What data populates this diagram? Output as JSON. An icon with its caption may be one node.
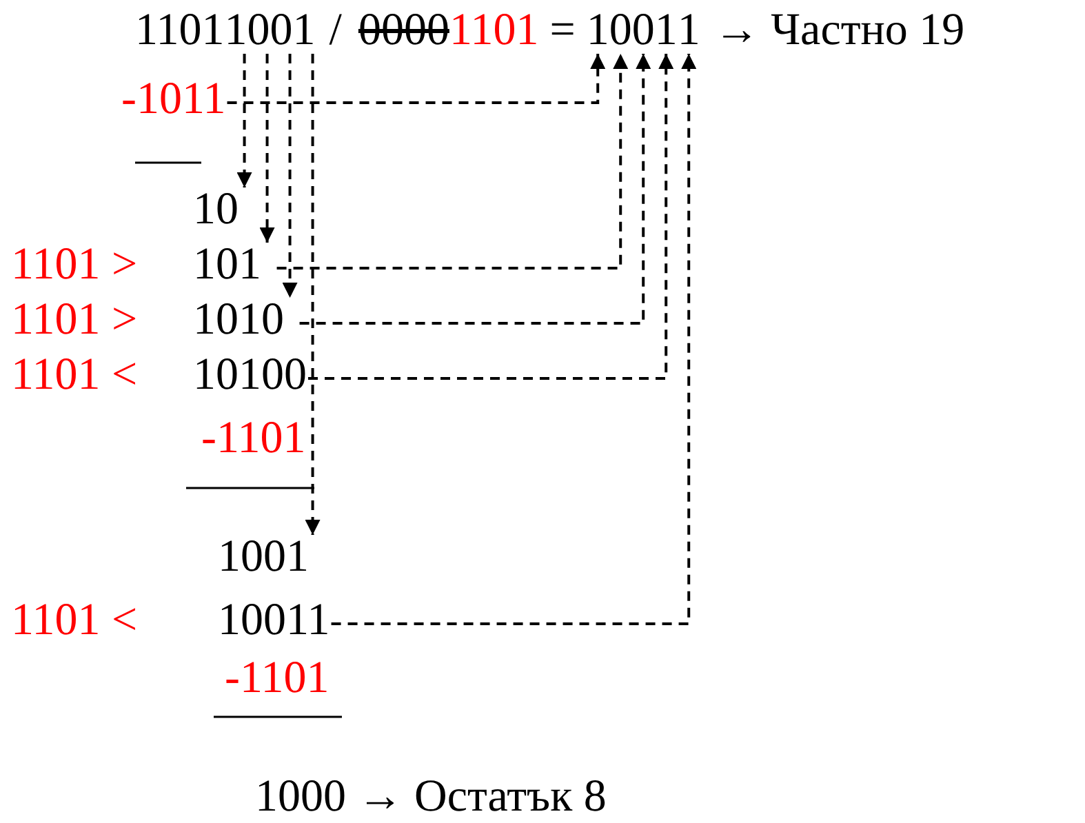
{
  "diagram": {
    "nodes": [
      {
        "text": [
          "1"
        ]
      },
      {
        "text": [
          "0"
        ]
      },
      {
        "text": [
          "0"
        ]
      },
      {
        "text": [
          "1"
        ]
      },
      {
        "text": [
          "1"
        ]
      },
      {
        "text": [
          "0"
        ]
      },
      {
        "text": [
          "0"
        ]
      },
      {
        "text": [
          "1"
        ]
      },
      {
        "text": [
          "1"
        ]
      },
      {
        "text": [
          "-1011"
        ]
      },
      {
        "text": [
          "10"
        ]
      },
      {
        "text": [
          "101"
        ]
      },
      {
        "text": [
          "1010"
        ]
      },
      {
        "text": [
          "10100"
        ]
      },
      {
        "text": [
          "1001"
        ]
      },
      {
        "text": [
          "10011"
        ]
      }
    ],
    "edges": [
      {
        "from": 9,
        "to": 4,
        "arrow": "to",
        "style": "dashed"
      },
      {
        "from": 0,
        "to": 10,
        "arrow": "to",
        "style": "dashed"
      },
      {
        "from": 1,
        "to": 11,
        "arrow": "to",
        "style": "dashed"
      },
      {
        "from": 2,
        "to": 12,
        "arrow": "to",
        "style": "dashed"
      },
      {
        "from": 3,
        "to": 14,
        "arrow": "to",
        "style": "dashed"
      },
      {
        "from": 11,
        "to": 5,
        "arrow": "to",
        "style": "dashed"
      },
      {
        "from": 12,
        "to": 6,
        "arrow": "to",
        "style": "dashed"
      },
      {
        "from": 13,
        "to": 7,
        "arrow": "to",
        "style": "dashed"
      },
      {
        "from": 15,
        "to": 8,
        "arrow": "to",
        "style": "dashed"
      }
    ],
    "labels": [
      "1101",
      "/",
      "0000",
      "1101",
      "=",
      "→ Частно 19",
      "1101 >",
      "1101 >",
      "1101 <",
      "-1101",
      "1101 <",
      "-1101",
      "1000 → Остатък 8"
    ]
  }
}
